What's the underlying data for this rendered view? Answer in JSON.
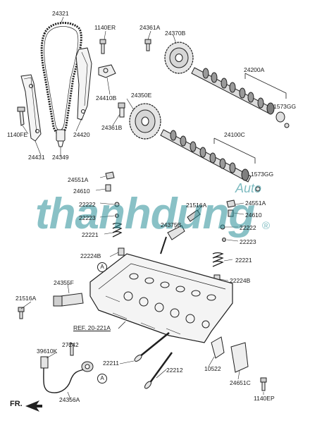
{
  "labels": {
    "l24321": "24321",
    "l1140ER": "1140ER",
    "l24361A": "24361A",
    "l24370B": "24370B",
    "l24200A": "24200A",
    "l1573GG_top": "1573GG",
    "l24410B": "24410B",
    "l24350E": "24350E",
    "l24361B": "24361B",
    "l1140FE": "1140FE",
    "l24420": "24420",
    "l24431": "24431",
    "l24349": "24349",
    "l24100C": "24100C",
    "l24551A_left": "24551A",
    "l24610_left": "24610",
    "l1573GG_mid": "1573GG",
    "l22222_left": "22222",
    "l22223_left": "22223",
    "l22221_left": "22221",
    "l21516A_top": "21516A",
    "l24551A_right": "24551A",
    "l24610_right": "24610",
    "l24375B": "24375B",
    "l22222_right": "22222",
    "l22223_right": "22223",
    "l22224B_left": "22224B",
    "l22221_right": "22221",
    "l24355F": "24355F",
    "l22224B_right": "22224B",
    "l21516A_bottom": "21516A",
    "lRef": "REF. 20-221A",
    "l27242": "27242",
    "l39610K": "39610K",
    "l22211": "22211",
    "l22212": "22212",
    "l10522": "10522",
    "l24651C": "24651C",
    "l24356A": "24356A",
    "l1140EP": "1140EP"
  },
  "callouts": {
    "a1": "A",
    "a2": "A"
  },
  "direction": "FR.",
  "watermark": {
    "main": "thanhdung",
    "sub": "Auto",
    "reg": "®"
  }
}
